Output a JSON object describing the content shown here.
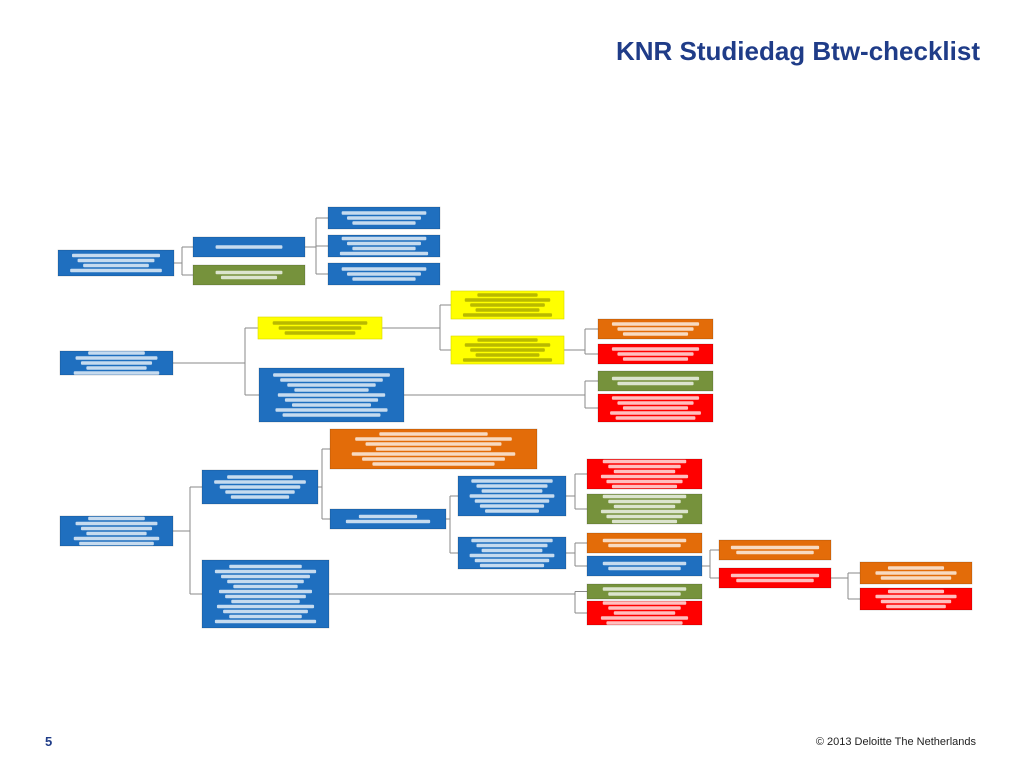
{
  "slide": {
    "title": "KNR Studiedag Btw-checklist",
    "page_number": "5",
    "copyright": "© 2013 Deloitte The Netherlands"
  },
  "colors": {
    "title": "#1f3c88",
    "box_blue": "#1f6fbf",
    "box_green": "#76923c",
    "box_yellow": "#ffff00",
    "box_orange": "#e36c09",
    "box_red": "#ff0000",
    "connector": "#8a8a8a",
    "box_text_light": "#ffffff",
    "box_text_dark": "#7f7f00"
  },
  "flowchart": {
    "box_colors": {
      "q1": "blue",
      "q1_ja": "blue",
      "q1_nee": "green",
      "q1_ja_a": "blue",
      "q1_ja_b": "blue",
      "q1_ja_c": "blue",
      "q2": "blue",
      "q2_yellow": "yellow",
      "q2_nee": "blue",
      "q2_y1": "yellow",
      "q2_y2": "yellow",
      "q2_y2_ja": "orange",
      "q2_y2_nee": "red",
      "q2_nee_ja": "green",
      "q2_nee_nee": "red",
      "q3": "blue",
      "q3_ja": "blue",
      "q3_nee": "blue",
      "q3_ja_orange": "orange",
      "q3_ja_nee": "blue",
      "q3_a": "blue",
      "q3_b": "blue",
      "q3_a_red": "red",
      "q3_a_green": "green",
      "q3_b_orange": "orange",
      "q3_b_sub": "blue",
      "q3_b_sub_orange": "orange",
      "q3_b_sub_red": "red",
      "q3_nee_green": "green",
      "q3_nee_red": "red"
    }
  }
}
